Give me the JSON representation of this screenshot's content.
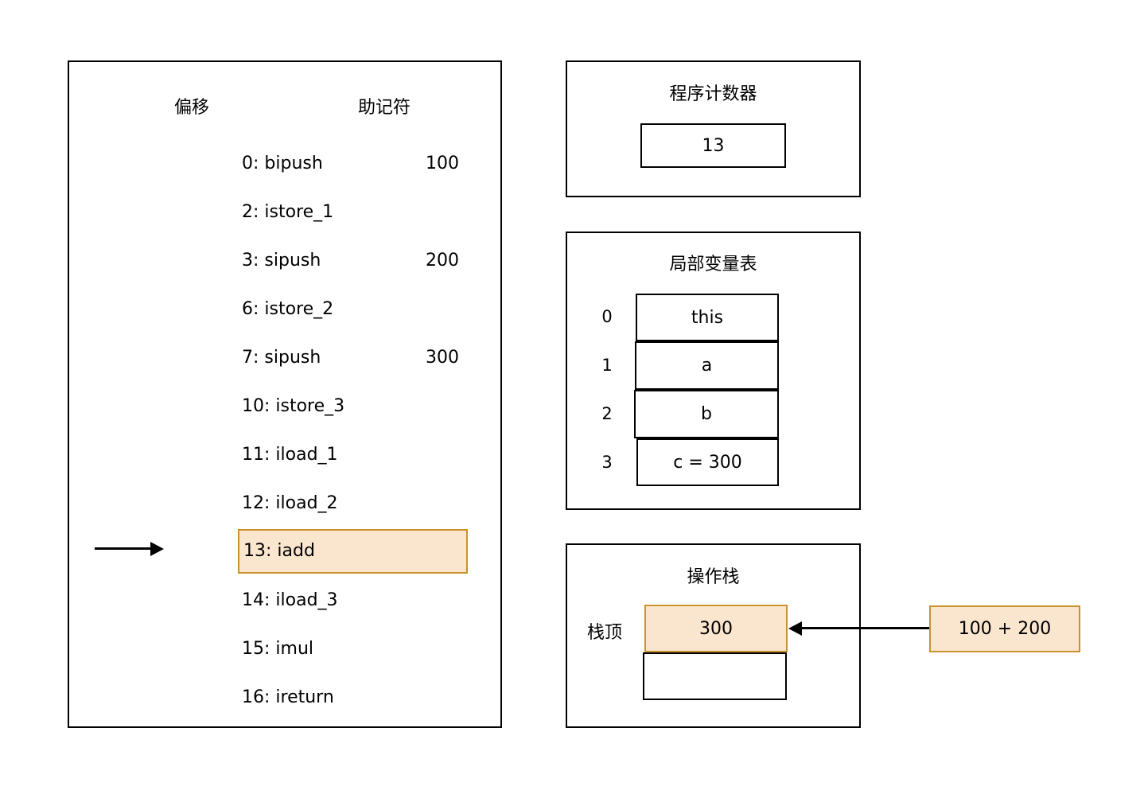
{
  "diagram": {
    "title_semantic": "jvm-bytecode-execution-state"
  },
  "bytecode_panel": {
    "columns": {
      "offset_header": "偏移",
      "mnemonic_header": "助记符"
    },
    "current_pointer_icon": "arrow-right-icon",
    "instructions": [
      {
        "offset": "0: bipush",
        "operand": "100"
      },
      {
        "offset": "2: istore_1",
        "operand": ""
      },
      {
        "offset": "3: sipush",
        "operand": "200"
      },
      {
        "offset": "6: istore_2",
        "operand": ""
      },
      {
        "offset": "7: sipush",
        "operand": "300"
      },
      {
        "offset": "10: istore_3",
        "operand": ""
      },
      {
        "offset": "11: iload_1",
        "operand": ""
      },
      {
        "offset": "12: iload_2",
        "operand": ""
      },
      {
        "offset": "13: iadd",
        "operand": ""
      },
      {
        "offset": "14: iload_3",
        "operand": ""
      },
      {
        "offset": "15: imul",
        "operand": ""
      },
      {
        "offset": "16: ireturn",
        "operand": ""
      }
    ],
    "current_instruction_index": 8
  },
  "program_counter": {
    "title": "程序计数器",
    "value": "13"
  },
  "local_variable_table": {
    "title": "局部变量表",
    "slots": [
      {
        "index": "0",
        "value": "this"
      },
      {
        "index": "1",
        "value": "a"
      },
      {
        "index": "2",
        "value": "b"
      },
      {
        "index": "3",
        "value": "c = 300"
      }
    ]
  },
  "operand_stack": {
    "title": "操作栈",
    "top_label": "栈顶",
    "cells": [
      {
        "value": "300",
        "highlighted": true
      },
      {
        "value": "",
        "highlighted": false
      }
    ]
  },
  "callout": {
    "text": "100 + 200",
    "arrow_icon": "arrow-left-icon"
  },
  "colors": {
    "highlight_fill": "#fae5ce",
    "highlight_border": "#c8922e",
    "outline": "#000000",
    "background": "#ffffff"
  }
}
